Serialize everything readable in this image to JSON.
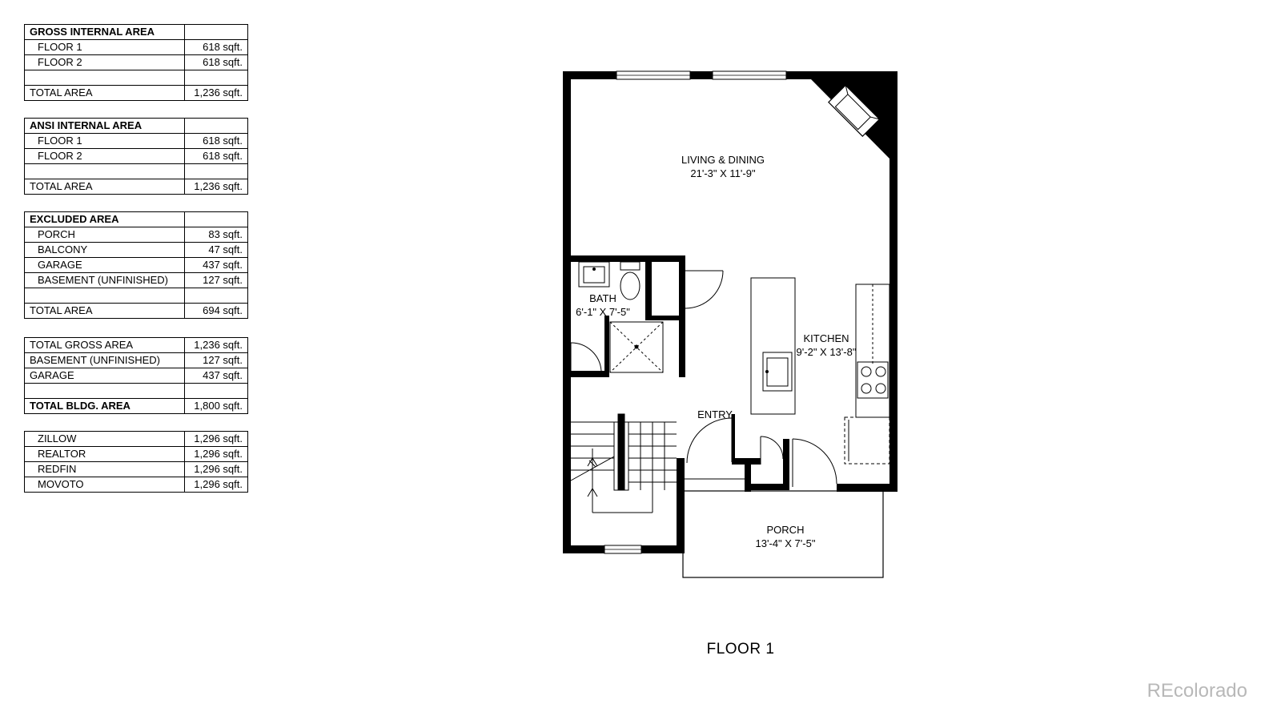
{
  "tables": [
    {
      "rows": [
        {
          "label": "GROSS INTERNAL AREA",
          "value": "",
          "header": true
        },
        {
          "label": "FLOOR 1",
          "value": "618 sqft.",
          "indent": true
        },
        {
          "label": "FLOOR 2",
          "value": "618 sqft.",
          "indent": true
        },
        {
          "label": "",
          "value": ""
        },
        {
          "label": "TOTAL AREA",
          "value": "1,236 sqft."
        }
      ]
    },
    {
      "rows": [
        {
          "label": "ANSI INTERNAL AREA",
          "value": "",
          "header": true
        },
        {
          "label": "FLOOR 1",
          "value": "618 sqft.",
          "indent": true
        },
        {
          "label": "FLOOR 2",
          "value": "618 sqft.",
          "indent": true
        },
        {
          "label": "",
          "value": ""
        },
        {
          "label": "TOTAL AREA",
          "value": "1,236 sqft."
        }
      ]
    },
    {
      "rows": [
        {
          "label": "EXCLUDED AREA",
          "value": "",
          "header": true
        },
        {
          "label": "PORCH",
          "value": "83 sqft.",
          "indent": true
        },
        {
          "label": "BALCONY",
          "value": "47 sqft.",
          "indent": true
        },
        {
          "label": "GARAGE",
          "value": "437 sqft.",
          "indent": true
        },
        {
          "label": "BASEMENT (UNFINISHED)",
          "value": "127 sqft.",
          "indent": true
        },
        {
          "label": "",
          "value": ""
        },
        {
          "label": "TOTAL AREA",
          "value": "694 sqft."
        }
      ]
    },
    {
      "rows": [
        {
          "label": "TOTAL GROSS AREA",
          "value": "1,236 sqft."
        },
        {
          "label": "BASEMENT (UNFINISHED)",
          "value": "127 sqft."
        },
        {
          "label": "GARAGE",
          "value": "437 sqft."
        },
        {
          "label": "",
          "value": ""
        },
        {
          "label": "TOTAL BLDG. AREA",
          "value": "1,800 sqft.",
          "bold": true
        }
      ]
    },
    {
      "rows": [
        {
          "label": "ZILLOW",
          "value": "1,296 sqft.",
          "indent": true
        },
        {
          "label": "REALTOR",
          "value": "1,296 sqft.",
          "indent": true
        },
        {
          "label": "REDFIN",
          "value": "1,296 sqft.",
          "indent": true
        },
        {
          "label": "MOVOTO",
          "value": "1,296 sqft.",
          "indent": true
        }
      ]
    }
  ],
  "rooms": {
    "living": {
      "name": "LIVING & DINING",
      "dims": "21'-3\" X 11'-9\""
    },
    "bath": {
      "name": "BATH",
      "dims": "6'-1\" X 7'-5\""
    },
    "kitchen": {
      "name": "KITCHEN",
      "dims": "9'-2\" X 13'-8\""
    },
    "entry": {
      "name": "ENTRY"
    },
    "porch": {
      "name": "PORCH",
      "dims": "13'-4\" X 7'-5\""
    }
  },
  "floor_title": "FLOOR 1",
  "watermark": "REcolorado"
}
